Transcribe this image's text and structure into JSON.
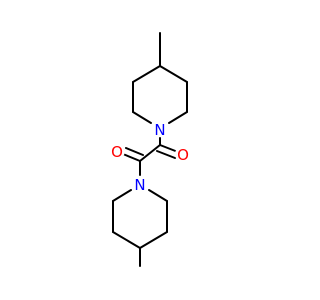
{
  "molecule": {
    "atoms": [
      {
        "id": "o1",
        "element": "O",
        "label": "O",
        "color": "#ff0000"
      },
      {
        "id": "o2",
        "element": "O",
        "label": "O",
        "color": "#ff0000"
      },
      {
        "id": "n1",
        "element": "N",
        "label": "N",
        "color": "#0000ff"
      },
      {
        "id": "n2",
        "element": "N",
        "label": "N",
        "color": "#0000ff"
      }
    ],
    "bond_color": "#000000"
  }
}
